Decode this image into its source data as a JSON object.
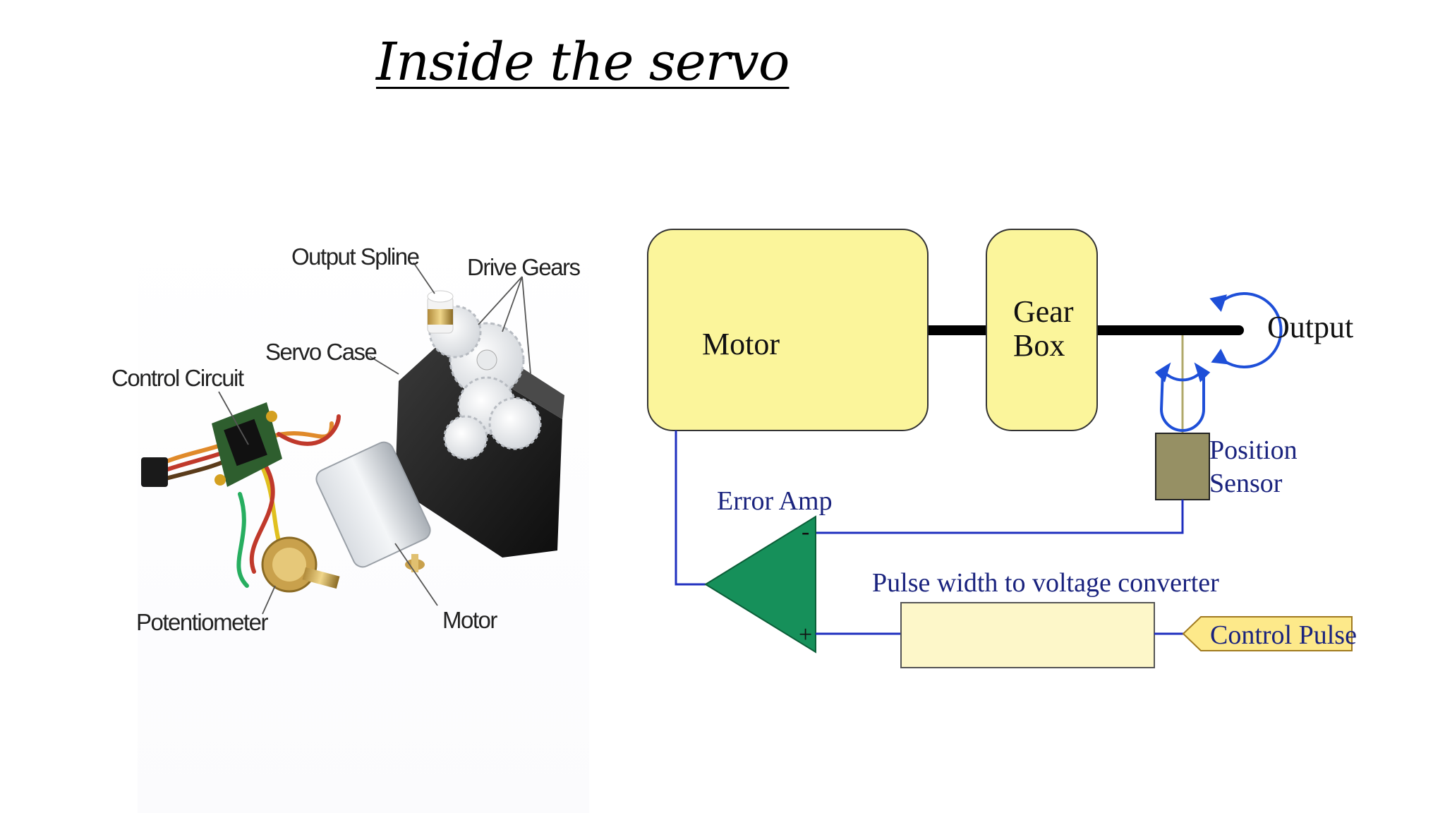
{
  "slide": {
    "title": "Inside the servo"
  },
  "photo": {
    "labels": {
      "output_spline": "Output Spline",
      "drive_gears": "Drive Gears",
      "servo_case": "Servo Case",
      "control_circuit": "Control Circuit",
      "potentiometer": "Potentiometer",
      "motor": "Motor"
    }
  },
  "diagram": {
    "motor": "Motor",
    "gear_box_line1": "Gear",
    "gear_box_line2": "Box",
    "output": "Output",
    "position_sensor_line1": "Position",
    "position_sensor_line2": "Sensor",
    "error_amp": "Error Amp",
    "minus_sign": "-",
    "plus_sign": "+",
    "pulse_converter": "Pulse width to voltage converter",
    "control_pulse": "Control Pulse",
    "colors": {
      "block_fill": "#fbf59b",
      "converter_fill": "#fdf7c9",
      "amp_fill": "#16905a",
      "sensor_fill": "#969064",
      "wire_blue": "#1f2fbf",
      "arrow_blue": "#1e4fd8",
      "label_text": "#1a237e",
      "shaft": "#000000",
      "control_pulse_fill": "#fde98a"
    }
  }
}
